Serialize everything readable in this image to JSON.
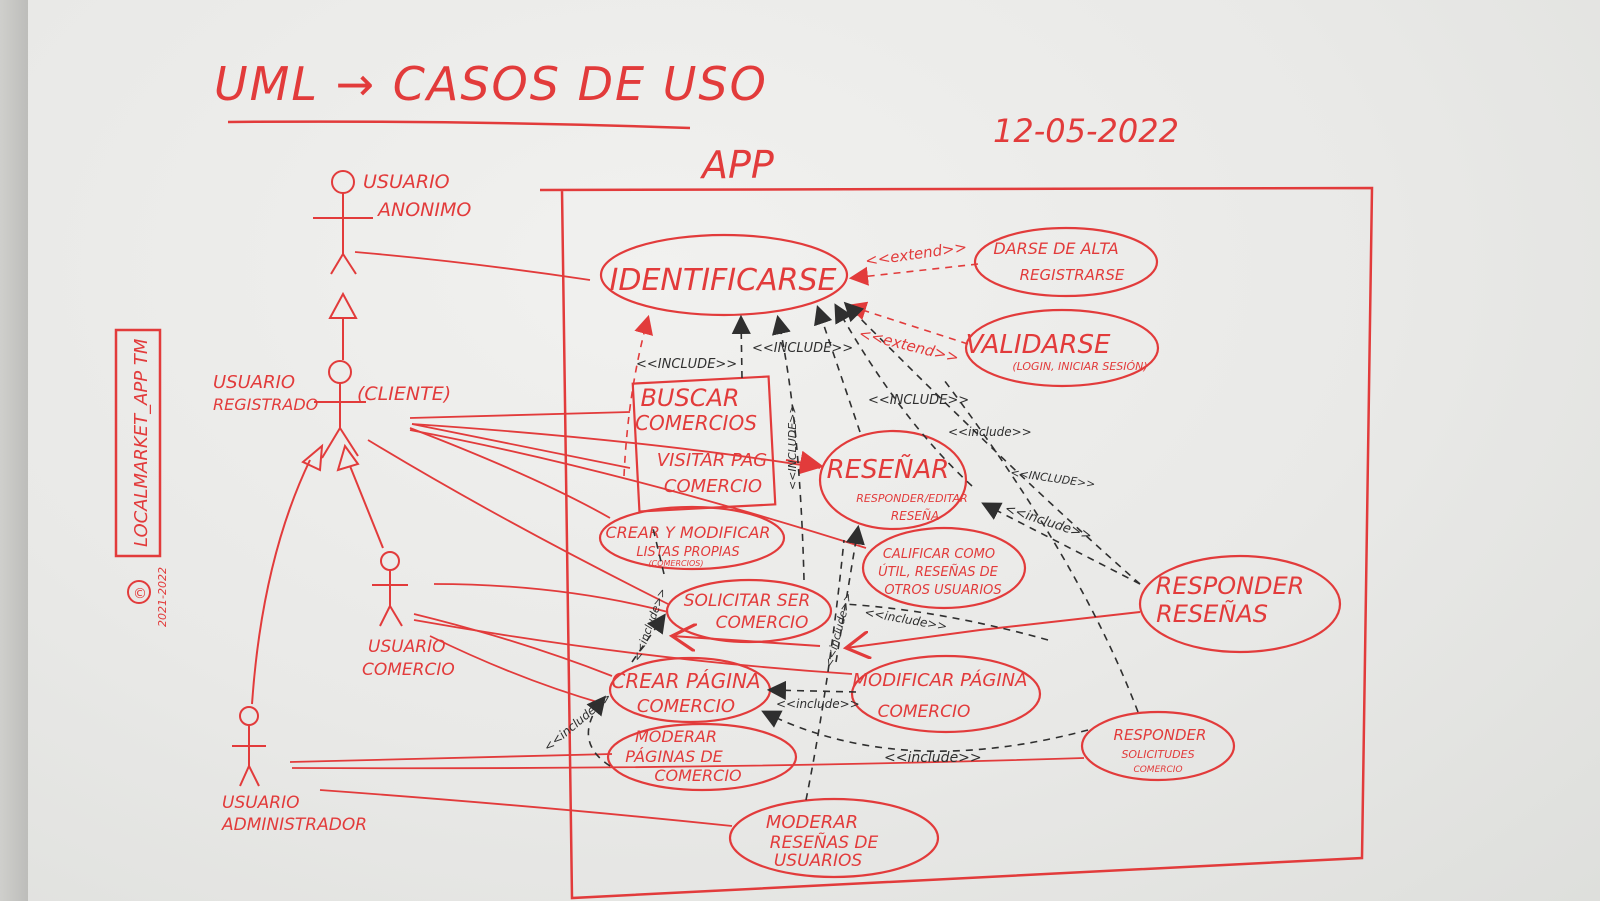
{
  "colors": {
    "marker_red": "#e23b3b",
    "marker_dark": "#2f2f2f",
    "board": "#ecece9"
  },
  "header": {
    "title": "UML → CASOS DE USO",
    "date": "12-05-2022",
    "system_name": "APP"
  },
  "side_note": {
    "vertical_label": "LOCALMARKET_APP TM",
    "copyright": "©",
    "years": "2021-2022"
  },
  "actors": [
    {
      "line1": "USUARIO",
      "line2": "ANONIMO",
      "extra": ""
    },
    {
      "line1": "USUARIO",
      "line2": "REGISTRADO",
      "extra": "(CLIENTE)"
    },
    {
      "line1": "USUARIO",
      "line2": "COMERCIO",
      "extra": ""
    },
    {
      "line1": "USUARIO",
      "line2": "ADMINISTRADOR",
      "extra": ""
    }
  ],
  "use_cases": {
    "identificarse": "IDENTIFICARSE",
    "darse_alta_1": "DARSE DE ALTA",
    "darse_alta_2": "REGISTRARSE",
    "validarse": "VALIDARSE",
    "validarse_sub": "(LOGIN, INICIAR SESIÓN)",
    "buscar_1": "BUSCAR",
    "buscar_2": "COMERCIOS",
    "visitar_1": "VISITAR PAG",
    "visitar_2": "COMERCIO",
    "resenar": "RESEÑAR",
    "resenar_sub_1": "RESPONDER/EDITAR",
    "resenar_sub_2": "RESEÑA",
    "crear_listas_1": "CREAR Y MODIFICAR",
    "crear_listas_2": "LISTAS PROPIAS",
    "crear_listas_3": "(COMERCIOS)",
    "calificar_1": "CALIFICAR COMO",
    "calificar_2": "ÚTIL, RESEÑAS DE",
    "calificar_3": "OTROS USUARIOS",
    "solicitar_1": "SOLICITAR SER",
    "solicitar_2": "COMERCIO",
    "responder_resenas_1": "RESPONDER",
    "responder_resenas_2": "RESEÑAS",
    "crear_pagina_1": "CREAR PÁGINA",
    "crear_pagina_2": "COMERCIO",
    "modificar_pagina_1": "MODIFICAR PÁGINA",
    "modificar_pagina_2": "COMERCIO",
    "moderar_paginas_1": "MODERAR",
    "moderar_paginas_2": "PÁGINAS DE",
    "moderar_paginas_3": "COMERCIO",
    "responder_solicitudes_1": "RESPONDER",
    "responder_solicitudes_2": "SOLICITUDES",
    "responder_solicitudes_3": "COMERCIO",
    "moderar_resenas_1": "MODERAR",
    "moderar_resenas_2": "RESEÑAS DE",
    "moderar_resenas_3": "USUARIOS"
  },
  "relation_labels": {
    "extend_1": "<<extend>>",
    "extend_2": "<<extend>>",
    "include_1": "<<INCLUDE>>",
    "include_2": "<<INCLUDE>>",
    "include_3": "<<INCLUDE>>",
    "include_4": "<<include>>",
    "include_5": "<<INCLUDE>>",
    "include_6": "<<include>>",
    "include_7": "<<INCLUDE>>",
    "include_8": "<<include>>",
    "include_9": "<<include>>",
    "include_10": "<<include>>",
    "include_11": "<<include>>",
    "include_12": "<<include>>",
    "include_13": "<<include>>"
  }
}
